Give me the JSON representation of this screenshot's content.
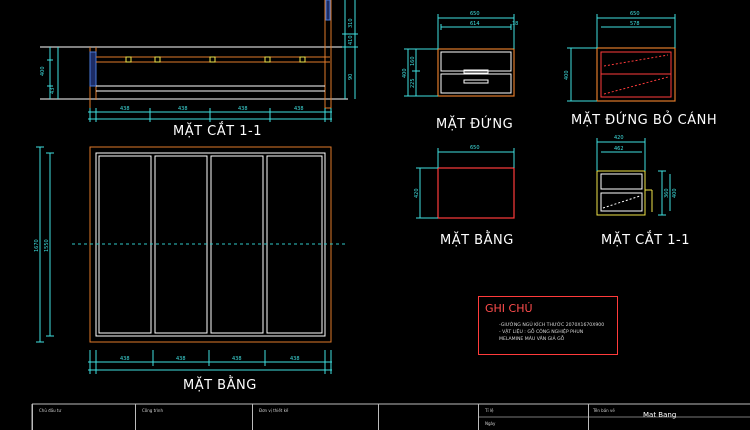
{
  "views": {
    "section_main": "MẶT CẮT 1-1",
    "plan_main": "MẶT BẰNG",
    "elevation": "MẶT ĐỨNG",
    "elevation_door": "MẶT ĐỨNG BỎ CÁNH",
    "plan_small": "MẶT BẰNG",
    "section_small": "MẶT CẮT 1-1"
  },
  "notes": {
    "title": "GHI CHÚ",
    "lines": [
      "-GIƯỜNG NGỦ KÍCH THƯỚC 2070X1670X900",
      "- VẬT LIỆU : GỖ CÔNG NGHIỆP PHUN",
      "MELAMINE MÀU VÂN GIẢ GỖ"
    ]
  },
  "dims": {
    "section_top": [
      "438",
      "438",
      "438",
      "438"
    ],
    "section_left": [
      "400",
      "43"
    ],
    "section_right": [
      "90",
      "310",
      "410"
    ],
    "plan_bottom": [
      "438",
      "438",
      "438",
      "438"
    ],
    "plan_left": [
      "1670",
      "1550"
    ],
    "elev_top": [
      "650",
      "614",
      "18"
    ],
    "elev_left": [
      "400",
      "160",
      "225",
      "18"
    ],
    "elev_door_top": [
      "650",
      "578"
    ],
    "elev_door_left": [
      "400"
    ],
    "plan_small_top": [
      "650"
    ],
    "plan_small_left": [
      "420"
    ],
    "section_small_top": [
      "420",
      "462"
    ],
    "section_small_right": [
      "360",
      "400"
    ]
  },
  "title_block": {
    "cells": [
      "Chủ đầu tư",
      "Công trình",
      "Đơn vị thiết kế",
      "Tên bản vẽ",
      "Tỉ lệ",
      "Ngày"
    ],
    "drawing_name": "Mat Bang"
  },
  "colors": {
    "background": "#000000",
    "dimension": "#3fe0e0",
    "outline": "#ffffff",
    "furniture_edge": "#e07a2a",
    "red": "#ff3b3b",
    "yellow": "#f0e34a",
    "centerline": "#31c7c7"
  }
}
